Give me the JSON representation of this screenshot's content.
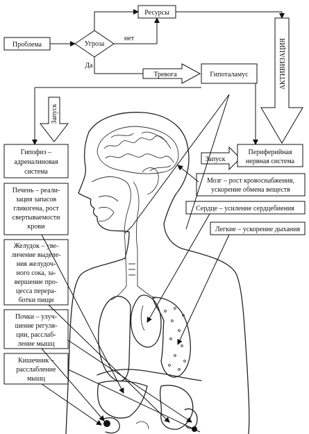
{
  "flow": {
    "problem": "Проблема",
    "threat": "Угроза",
    "resources": "Ресурсы",
    "no": "нет",
    "yes": "Да",
    "alarm": "Тревога",
    "hypothalamus": "Гипоталамус",
    "activation": "АКТИВИЗАЦИЯ",
    "launch_left": "Запуск",
    "launch_right": "Запуск"
  },
  "systems": {
    "pituitary": [
      "Гипофиз –",
      "адреналиновая",
      "система"
    ],
    "peripheral": [
      "Периферийная",
      "нервная система"
    ]
  },
  "organs": {
    "liver": [
      "Печень – реали-",
      "зация запасов",
      "гликогена, рост",
      "свертываемости",
      "крови"
    ],
    "stomach": [
      "Желудок – уве-",
      "личение выделе-",
      "ния желудоч-",
      "ного сока, за-",
      "вершение про-",
      "цесса перера-",
      "ботки пищи"
    ],
    "kidneys": [
      "Почки – улуч-",
      "шение регуля-",
      "ции, расслаб-",
      "ление мышц"
    ],
    "intestine": [
      "Кишечник –",
      "расслабление",
      "мышц"
    ],
    "brain": [
      "Мозг – рост кровоснабжения,",
      "ускорение обмена веществ"
    ],
    "heart": [
      "Сердце – усиление сердцебиения"
    ],
    "lungs": [
      "Легкие – ускорение дыхания"
    ]
  },
  "colors": {
    "ink": "#111111",
    "background": "#ffffff"
  }
}
